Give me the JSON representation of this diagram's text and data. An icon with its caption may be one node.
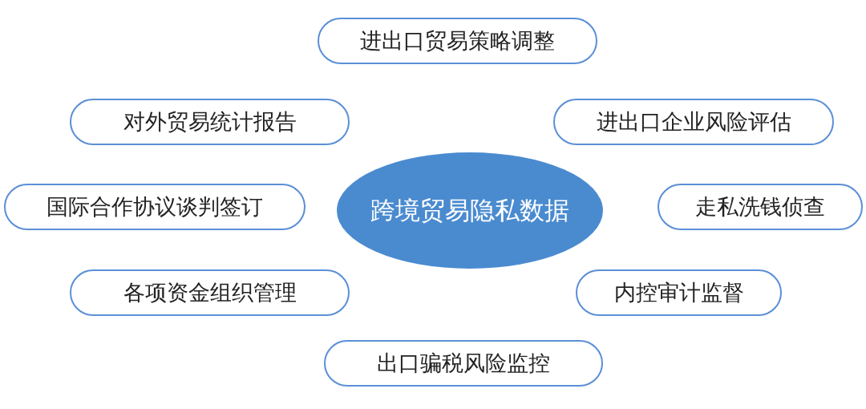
{
  "diagram": {
    "nodes": [
      {
        "text": [
          "跨境贸易隐私数据"
        ]
      },
      {
        "text": [
          "进出口贸易策略调整"
        ]
      },
      {
        "text": [
          "对外贸易统计报告"
        ]
      },
      {
        "text": [
          "进出口企业风险评估"
        ]
      },
      {
        "text": [
          "国际合作协议谈判签订"
        ]
      },
      {
        "text": [
          "走私洗钱侦查"
        ]
      },
      {
        "text": [
          "各项资金组织管理"
        ]
      },
      {
        "text": [
          "内控审计监督"
        ]
      },
      {
        "text": [
          "出口骗税风险监控"
        ]
      }
    ]
  }
}
